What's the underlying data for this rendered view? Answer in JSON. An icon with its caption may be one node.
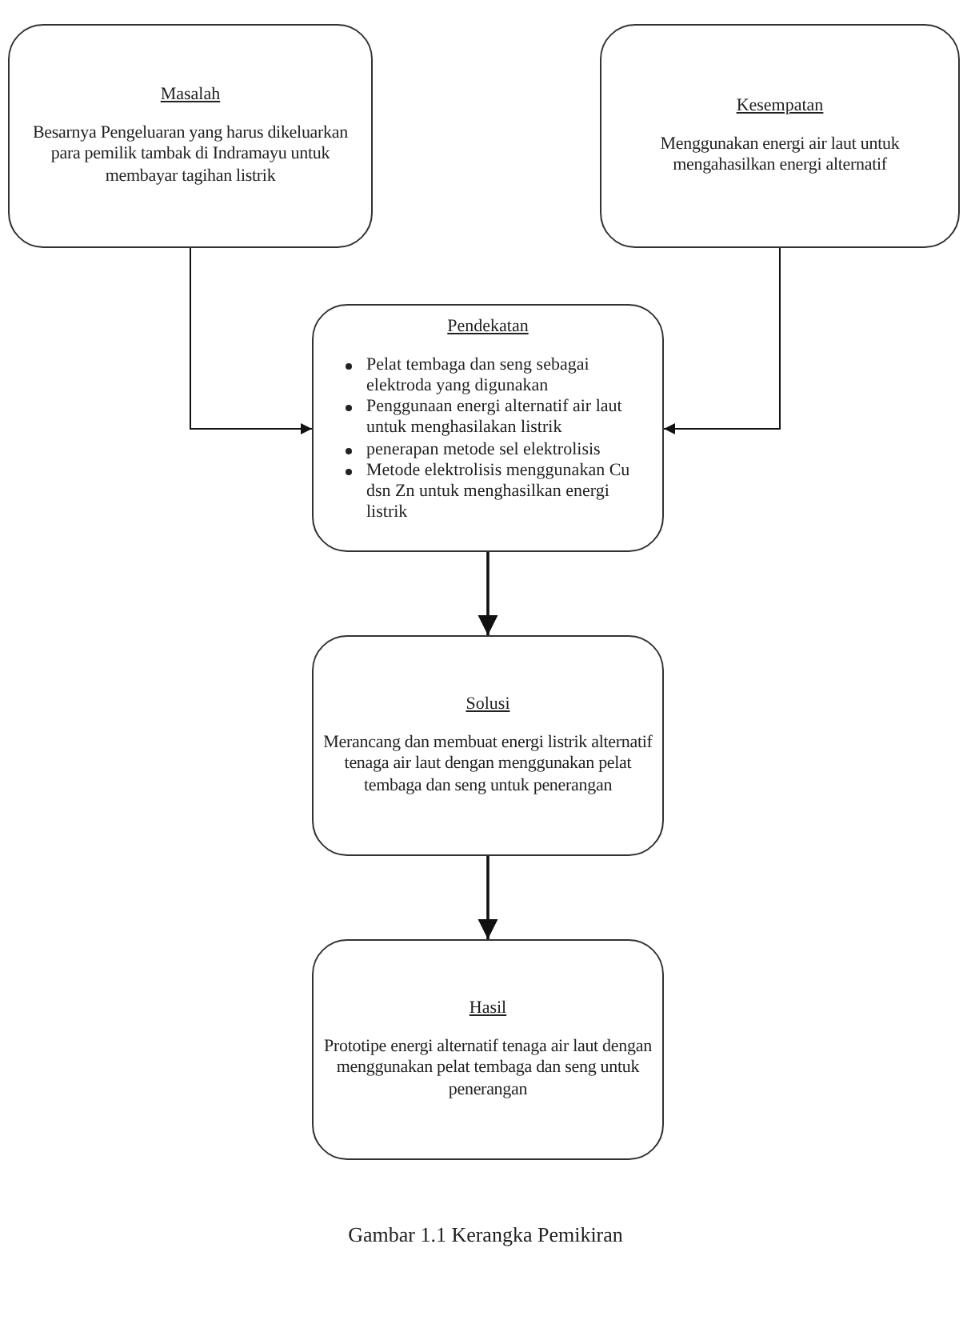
{
  "diagram": {
    "caption": "Gambar 1.1 Kerangka Pemikiran",
    "nodes": [
      {
        "text": [
          "Masalah",
          "Besarnya Pengeluaran yang harus dikeluarkan para pemilik tambak di Indramayu untuk membayar tagihan listrik"
        ]
      },
      {
        "text": [
          "Kesempatan",
          "Menggunakan energi air laut untuk mengahasilkan energi alternatif"
        ]
      },
      {
        "text": [
          "Pendekatan",
          "Pelat tembaga dan seng sebagai elektroda yang digunakan",
          "Penggunaan energi alternatif air laut untuk menghasilakan listrik",
          "penerapan metode sel elektrolisis",
          "Metode elektrolisis menggunakan Cu dsn Zn untuk menghasilkan energi listrik"
        ]
      },
      {
        "text": [
          "Solusi",
          "Merancang dan membuat energi listrik alternatif tenaga air laut dengan menggunakan pelat tembaga dan seng untuk penerangan"
        ]
      },
      {
        "text": [
          "Hasil",
          "Prototipe energi alternatif tenaga air laut dengan menggunakan pelat tembaga dan seng untuk penerangan"
        ]
      }
    ],
    "edges": [
      {
        "from": 0,
        "to": 2,
        "arrow": "to"
      },
      {
        "from": 1,
        "to": 2,
        "arrow": "to"
      },
      {
        "from": 2,
        "to": 3,
        "arrow": "to"
      },
      {
        "from": 3,
        "to": 4,
        "arrow": "to"
      }
    ]
  }
}
